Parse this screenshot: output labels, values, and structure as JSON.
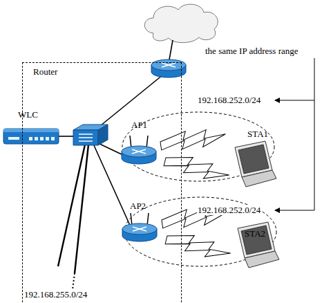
{
  "diagram": {
    "nodes": [
      {
        "text": [
          "Router"
        ]
      },
      {
        "text": [
          "WLC"
        ],
        "in": 0
      },
      {
        "text": [
          "AP1"
        ],
        "in": 0
      },
      {
        "text": [
          "AP2"
        ],
        "in": 0
      },
      {
        "text": [
          "STA1"
        ]
      },
      {
        "text": [
          "STA2"
        ]
      }
    ],
    "labels": [
      "the same IP address range",
      "192.168.252.0/24",
      "192.168.252.0/24",
      "192.168.255.0/24"
    ]
  }
}
